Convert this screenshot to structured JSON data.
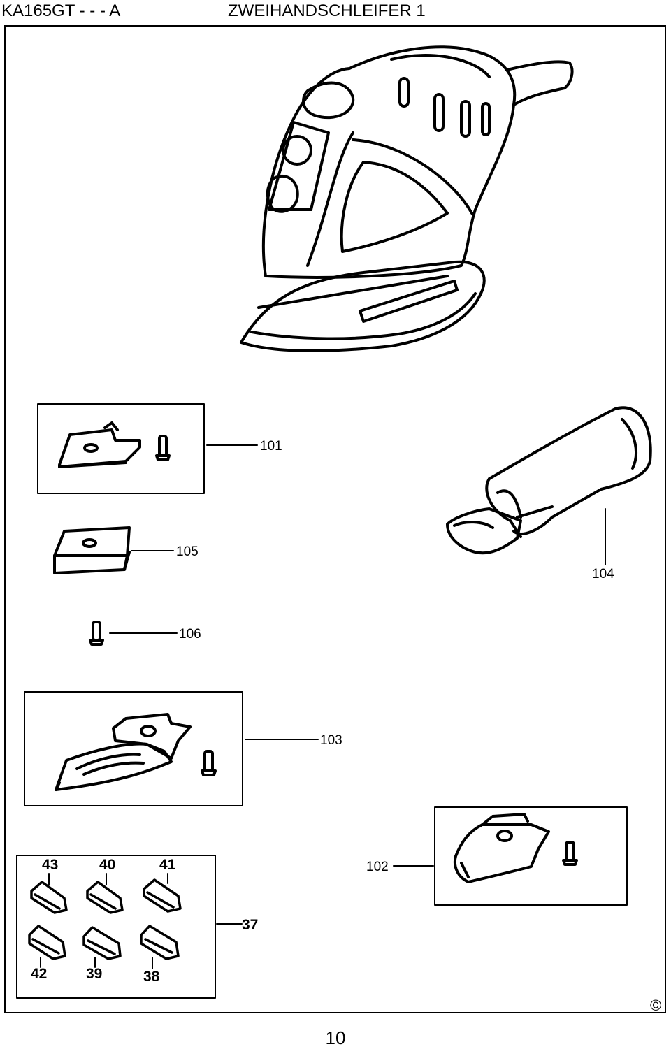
{
  "header": {
    "model": "KA165GT - - - A",
    "title": "ZWEIHANDSCHLEIFER 1"
  },
  "page_number": "10",
  "copyright_symbol": "©",
  "parts": {
    "p101": "101",
    "p102": "102",
    "p103": "103",
    "p104": "104",
    "p105": "105",
    "p106": "106",
    "p37": "37",
    "p38": "38",
    "p39": "39",
    "p40": "40",
    "p41": "41",
    "p42": "42",
    "p43": "43"
  }
}
